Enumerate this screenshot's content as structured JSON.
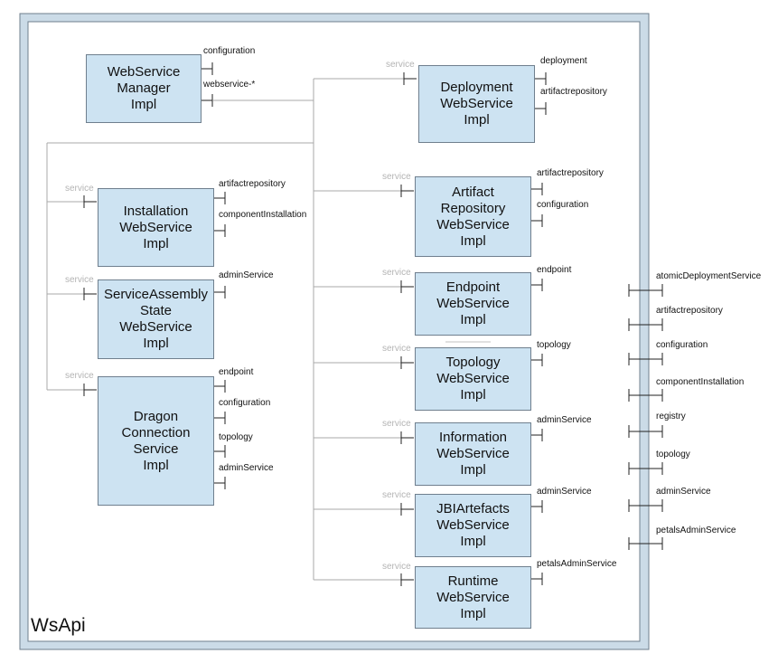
{
  "container_title": "WsApi",
  "colors": {
    "box_fill": "#cde3f2",
    "box_border": "#6f7f8e",
    "wire": "#a8a8a8",
    "service_label": "#b4b4b4",
    "frame_outer": "#cbdbe7",
    "frame_border": "#6f7f8e"
  },
  "components": {
    "webservice_manager": {
      "title": "WebService\nManager\nImpl",
      "refs": [
        "configuration",
        "webservice-*"
      ]
    },
    "installation": {
      "title": "Installation\nWebService\nImpl",
      "service": "service",
      "refs": [
        "artifactrepository",
        "componentInstallation"
      ]
    },
    "service_assembly": {
      "title": "ServiceAssembly\nState\nWebService\nImpl",
      "service": "service",
      "refs": [
        "adminService"
      ]
    },
    "dragon": {
      "title": "Dragon\nConnection\nService\nImpl",
      "service": "service",
      "refs": [
        "endpoint",
        "configuration",
        "topology",
        "adminService"
      ]
    },
    "deployment": {
      "title": "Deployment\nWebService\nImpl",
      "service": "service",
      "refs": [
        "deployment",
        "artifactrepository"
      ]
    },
    "artifact_repository": {
      "title": "Artifact\nRepository\nWebService\nImpl",
      "service": "service",
      "refs": [
        "artifactrepository",
        "configuration"
      ]
    },
    "endpoint": {
      "title": "Endpoint\nWebService\nImpl",
      "service": "service",
      "refs": [
        "endpoint"
      ]
    },
    "topology": {
      "title": "Topology\nWebService\nImpl",
      "service": "service",
      "refs": [
        "topology"
      ]
    },
    "information": {
      "title": "Information\nWebService\nImpl",
      "service": "service",
      "refs": [
        "adminService"
      ]
    },
    "jbi_artefacts": {
      "title": "JBIArtefacts\nWebService\nImpl",
      "service": "service",
      "refs": [
        "adminService"
      ]
    },
    "runtime": {
      "title": "Runtime\nWebService\nImpl",
      "service": "service",
      "refs": [
        "petalsAdminService"
      ]
    }
  },
  "external_refs": [
    "atomicDeploymentService",
    "artifactrepository",
    "configuration",
    "componentInstallation",
    "registry",
    "topology",
    "adminService",
    "petalsAdminService"
  ]
}
